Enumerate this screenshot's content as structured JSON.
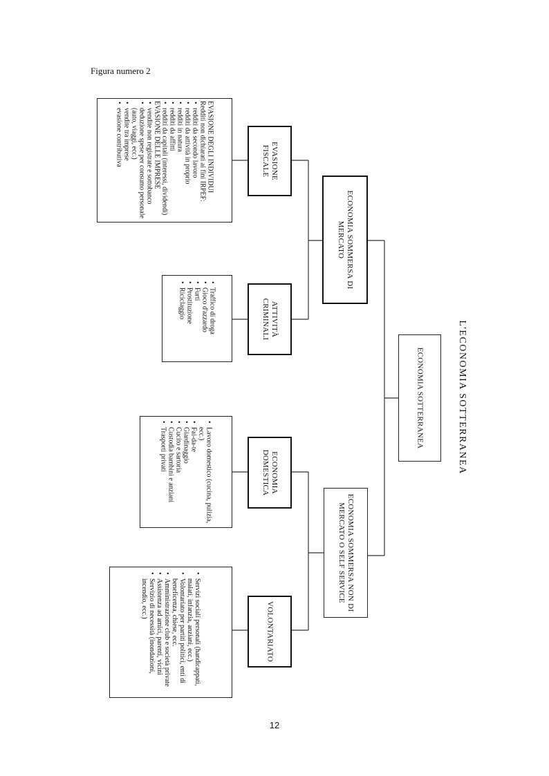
{
  "caption": "Figura numero 2",
  "page_number": "12",
  "diagram": {
    "title": "L'ECONOMIA SOTTERRANEA",
    "root": "ECONOMIA SOTTERRANEA",
    "branch_market": "ECONOMIA SOMMERSA DI MERCATO",
    "branch_nonmarket": "ECONOMIA SOMMERSA NON DI MERCATO O SELF SERVICE",
    "evasione": {
      "label": "EVASIONE FISCALE",
      "head1": "EVASIONE DEGLI INDIVIDUI",
      "head1_note": "Redditi non dichiarati ai fini IRPEF:",
      "items1": [
        "redditi da secondo lavoro",
        "redditi da attività in proprio",
        "redditi in natura",
        "redditi da affitti",
        "redditi da capitali (interessi, dividendi)"
      ],
      "head2": "EVASIONE DELLE IMPRESE",
      "items2": [
        "vendite non registrate e sottobanco",
        "deduzione spese per consumo personale (auto, viaggi, ecc.)",
        "vendite tra imprese",
        "evasione contributiva"
      ]
    },
    "criminali": {
      "label": "ATTIVITÀ CRIMINALI",
      "items": [
        "Traffico di droga",
        "Gioco d'azzardo",
        "Furti",
        "Prostituzione",
        "Riciclaggio"
      ]
    },
    "domestica": {
      "label": "ECONOMIA DOMESTICA",
      "items": [
        "Lavoro domestico (cucina, pulizia, ecc.)",
        "Fai-da-te",
        "Giardinaggio",
        "Cucito e sartoria",
        "Custodia bambini e anziani",
        "Trasporti privati"
      ]
    },
    "volontariato": {
      "label": "VOLONTARIATO",
      "items": [
        "Servizi sociali personali (handicappati, malati, infanzia, anziani, ecc.)",
        "Volontariato per partiti politici, enti di beneficenza, chiese, ecc.",
        "Amministrazione club e società private",
        "Assistenza ad amici, parenti, vicini",
        "Servizio di necessità (inondazioni, incendio, ecc.)"
      ]
    }
  }
}
